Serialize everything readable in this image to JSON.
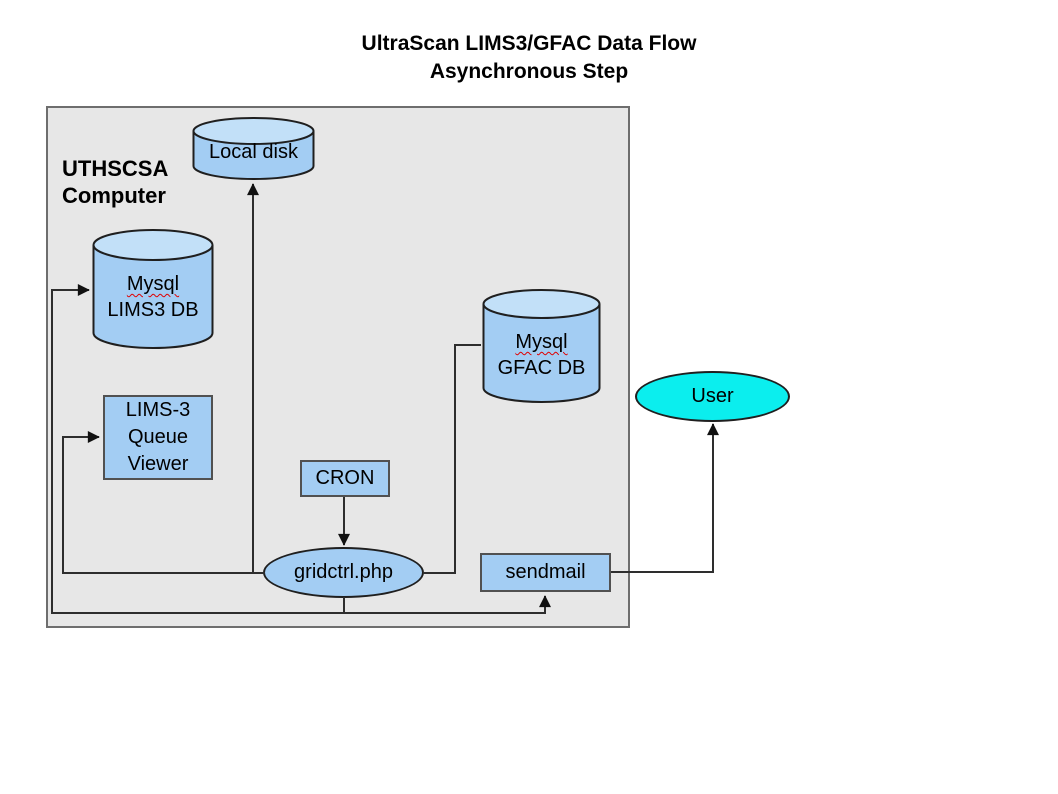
{
  "title": {
    "line1": "UltraScan LIMS3/GFAC Data Flow",
    "line2": "Asynchronous Step"
  },
  "container": {
    "label_line1": "UTHSCSA",
    "label_line2": "Computer"
  },
  "nodes": {
    "local_disk": {
      "type": "cylinder",
      "label": "Local disk"
    },
    "lims3_db": {
      "type": "cylinder",
      "line1": "Mysql",
      "line2": "LIMS3 DB"
    },
    "gfac_db": {
      "type": "cylinder",
      "line1": "Mysql",
      "line2": "GFAC DB"
    },
    "queue_viewer": {
      "type": "rectangle",
      "line1": "LIMS-3",
      "line2": "Queue",
      "line3": "Viewer"
    },
    "cron": {
      "type": "rectangle",
      "label": "CRON"
    },
    "gridctrl": {
      "type": "ellipse",
      "label": "gridctrl.php"
    },
    "sendmail": {
      "type": "rectangle",
      "label": "sendmail"
    },
    "user": {
      "type": "ellipse",
      "label": "User"
    }
  },
  "edges": [
    {
      "from": "CRON",
      "to": "gridctrl.php",
      "arrow": true
    },
    {
      "from": "gridctrl.php",
      "to": "LIMS-3 Queue Viewer",
      "arrow": true
    },
    {
      "from": "gridctrl.php",
      "to": "Mysql LIMS3 DB",
      "arrow": true
    },
    {
      "from": "gridctrl.php",
      "to": "sendmail",
      "arrow": true
    },
    {
      "from": "gridctrl.php",
      "to": "Local disk",
      "arrow": true
    },
    {
      "from": "gridctrl.php",
      "to": "Mysql GFAC DB",
      "arrow": false
    },
    {
      "from": "sendmail",
      "to": "User",
      "arrow": true
    }
  ],
  "colors": {
    "shape_blue": "#a3cdf3",
    "cylinder_cap": "#c2e0f8",
    "user_cyan": "#0beeee",
    "container_gray": "#e7e7e7",
    "container_border": "#6e6e6e",
    "rect_border": "#515151",
    "round_border": "#1f1f1f",
    "line_color": "#2e2e2e",
    "arrow_color": "#111111",
    "misspell_underline": "#e00000"
  }
}
